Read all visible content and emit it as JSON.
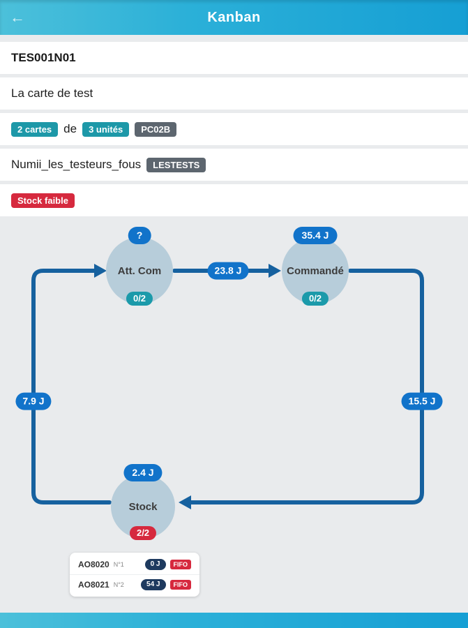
{
  "header": {
    "title": "Kanban",
    "back_icon": "←"
  },
  "info": {
    "reference": "TES001N01",
    "card_name": "La carte de test",
    "cards_badge": "2 cartes",
    "of_label": "de",
    "units_badge": "3 unités",
    "location_badge": "PC02B",
    "team_name": "Numii_les_testeurs_fous",
    "team_badge": "LESTESTS",
    "stock_status": "Stock faible"
  },
  "diagram": {
    "nodes": [
      {
        "label": "Att. Com",
        "top_badge": "?",
        "count_badge": "0/2"
      },
      {
        "label": "Commandé",
        "top_badge": "35.4 J",
        "count_badge": "0/2"
      },
      {
        "label": "Stock",
        "top_badge": "2.4 J",
        "count_badge": "2/2"
      }
    ],
    "edges": {
      "left": "7.9 J",
      "top": "23.8 J",
      "right": "15.5 J"
    },
    "stock_list": [
      {
        "ref": "AO8020",
        "num": "N°1",
        "age": "0 J",
        "tag": "FIFO"
      },
      {
        "ref": "AO8021",
        "num": "N°2",
        "age": "54 J",
        "tag": "FIFO"
      }
    ]
  },
  "colors": {
    "header_gradient_start": "#4cc0da",
    "header_gradient_end": "#169fd4",
    "teal_badge": "#1d98a8",
    "gray_badge": "#5d666f",
    "red_badge": "#d6293e",
    "time_badge_blue": "#1173ca",
    "arrow_blue": "#16619f",
    "node_fill": "#b7cdda",
    "navy_badge": "#1e3a5f"
  }
}
